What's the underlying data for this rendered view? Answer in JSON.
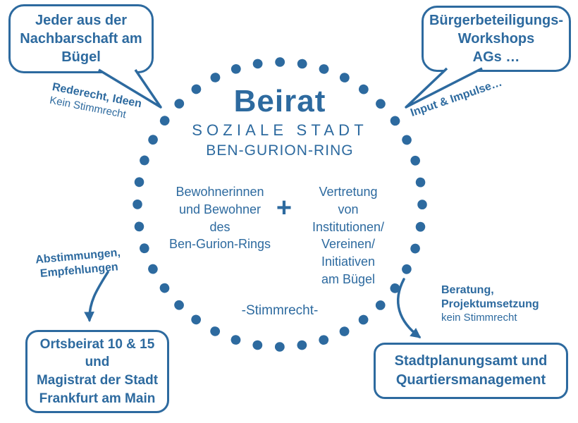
{
  "colors": {
    "blue": "#2d6a9f",
    "background": "#ffffff"
  },
  "center": {
    "title": "Beirat",
    "subtitle1": "SOZIALE STADT",
    "subtitle2": "BEN-GURION-RING",
    "left_group": "Bewohnerinnen\nund Bewohner\ndes\nBen-Gurion-Rings",
    "plus": "+",
    "right_group": "Vertretung\nvon\nInstitutionen/\nVereinen/\nInitiativen\nam Bügel",
    "voting": "-Stimmrecht-"
  },
  "bubbles": {
    "top_left": {
      "text": "Jeder aus der\nNachbarschaft am\nBügel"
    },
    "top_right": {
      "text": "Bürgerbeteiligungs-\nWorkshops\nAGs …"
    }
  },
  "boxes": {
    "bottom_left": {
      "text": "Ortsbeirat 10 & 15\nund\nMagistrat der Stadt\nFrankfurt am Main"
    },
    "bottom_right": {
      "text": "Stadtplanungsamt und\nQuartiersmanagement"
    }
  },
  "labels": {
    "top_left_bold": "Rederecht, Ideen",
    "top_left_normal": "Kein Stimmrecht",
    "top_right_bold": "Input & Impulse…",
    "bottom_left_bold": "Abstimmungen,\nEmpfehlungen",
    "bottom_right_bold": "Beratung,\nProjektumsetzung",
    "bottom_right_normal": "kein Stimmrecht"
  }
}
